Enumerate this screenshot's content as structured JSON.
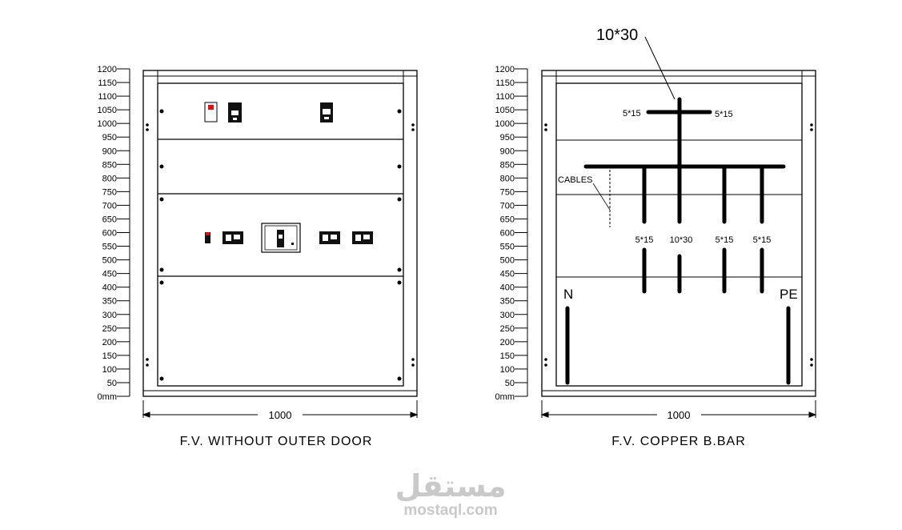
{
  "axis": {
    "ticks": [
      "1200",
      "1150",
      "1100",
      "1050",
      "1000",
      "950",
      "900",
      "850",
      "800",
      "750",
      "700",
      "650",
      "600",
      "550",
      "500",
      "450",
      "400",
      "350",
      "300",
      "250",
      "200",
      "150",
      "100",
      "50",
      "0mm"
    ]
  },
  "left_panel": {
    "caption": "F.V. WITHOUT OUTER DOOR",
    "width_dim": "1000"
  },
  "right_panel": {
    "caption": "F.V. COPPER B.BAR",
    "width_dim": "1000",
    "main_bar_label": "10*30",
    "top_left_label": "5*15",
    "top_right_label": "5*15",
    "branch_labels": [
      "5*15",
      "10*30",
      "5*15",
      "5*15"
    ],
    "cables_label": "CABLES",
    "neutral_label": "N",
    "earth_label": "PE"
  },
  "watermark": {
    "arabic": "مستقل",
    "latin": "mostaql.com"
  }
}
